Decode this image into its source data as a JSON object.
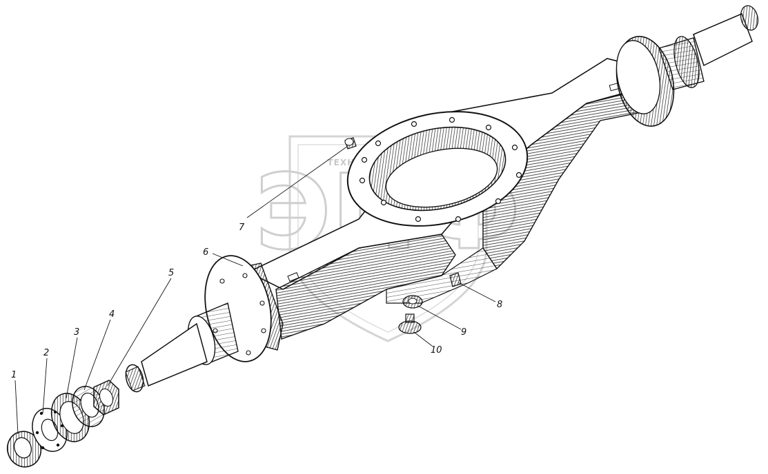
{
  "watermark": {
    "top_text": "ТЕХНИКА И ЗАПЧАСТИ",
    "logo_text": "ЭПФ"
  },
  "callouts": [
    "1",
    "2",
    "3",
    "4",
    "5",
    "6",
    "7",
    "8",
    "9",
    "10"
  ],
  "colors": {
    "ink": "#111111",
    "watermark": "#c8c8c8",
    "background": "#ffffff"
  }
}
